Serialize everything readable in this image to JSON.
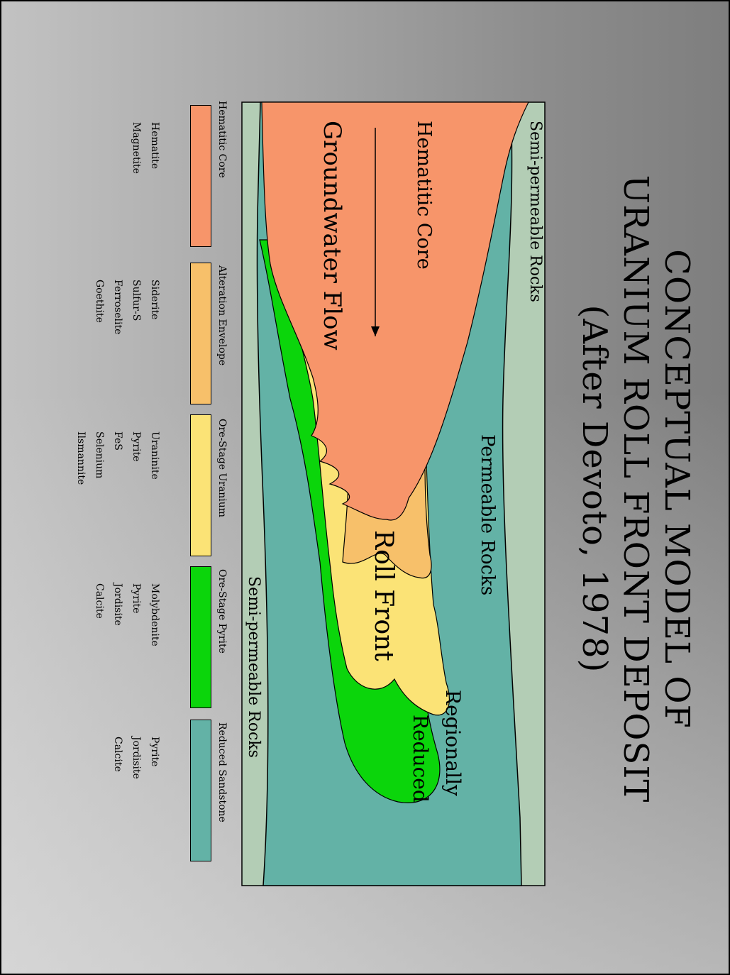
{
  "title": {
    "line1": "CONCEPTUAL MODEL OF",
    "line2": "URANIUM ROLL FRONT DEPOSIT",
    "line3": "(After Devoto, 1978)"
  },
  "diagram": {
    "labels": {
      "semi_permeable_top": "Semi-permeable Rocks",
      "hematitic_core": "Hematitic Core",
      "groundwater_flow": "Groundwater Flow",
      "permeable_rocks": "Permeable Rocks",
      "roll_front": "Roll Front",
      "regionally": "Regionally",
      "reduced": "Reduced",
      "semi_permeable_bottom": "Semi-permeable Rocks"
    },
    "colors": {
      "hematitic_core": "#f7956a",
      "alteration": "#f7c06a",
      "ore_stage": "#fbe376",
      "pyrite": "#0bd50b",
      "reduced": "#63b2a6",
      "semi_permeable": "#b3cdb5"
    }
  },
  "legend": [
    {
      "heading": "Hematitic Core",
      "color": "#f7956a",
      "col1": [
        "Hematite",
        "Magnetite"
      ],
      "col2": []
    },
    {
      "heading": "Alteration Envelope",
      "color": "#f7c06a",
      "col1": [
        "Siderite",
        "Sulfur-S",
        "Ferroselite",
        "Goethite"
      ],
      "col2": []
    },
    {
      "heading": "Ore-Stage Uranium",
      "color": "#fbe376",
      "col1": [
        "Uraninite",
        "Pyrite",
        "FeS",
        "Selenium",
        "Ilsmannite"
      ],
      "col2": []
    },
    {
      "heading": "Ore-Stage Pyrite",
      "color": "#0bd50b",
      "col1": [
        "Molybdenite",
        "Pyrite",
        "Jordisite",
        "Calcite"
      ],
      "col2": []
    },
    {
      "heading": "Reduced Sandstone",
      "color": "#63b2a6",
      "col1": [
        "Pyrite",
        "Jordisite",
        "Calcite"
      ],
      "col2": []
    }
  ]
}
